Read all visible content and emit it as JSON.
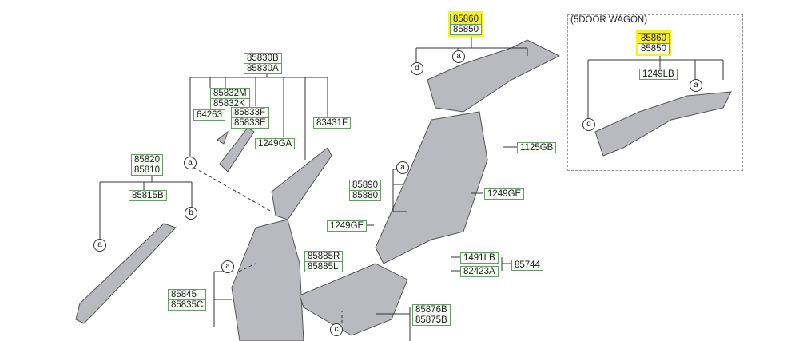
{
  "inset_title": "(5DOOR WAGON)",
  "labels": [
    {
      "lines": [
        "85860",
        "85850"
      ]
    },
    {
      "lines": [
        "85830B",
        "85830A"
      ]
    },
    {
      "lines": [
        "85832M",
        "85832K"
      ]
    },
    {
      "lines": [
        "64263"
      ]
    },
    {
      "lines": [
        "85833F",
        "85833E"
      ]
    },
    {
      "lines": [
        "83431F"
      ]
    },
    {
      "lines": [
        "1249GA"
      ]
    },
    {
      "lines": [
        "85820",
        "85810"
      ]
    },
    {
      "lines": [
        "85815B"
      ]
    },
    {
      "lines": [
        "85890",
        "85880"
      ]
    },
    {
      "lines": [
        "1125GB"
      ]
    },
    {
      "lines": [
        "1249GE"
      ]
    },
    {
      "lines": [
        "1249GE"
      ]
    },
    {
      "lines": [
        "85885R",
        "85885L"
      ]
    },
    {
      "lines": [
        "1491LB"
      ]
    },
    {
      "lines": [
        "82423A"
      ]
    },
    {
      "lines": [
        "85744"
      ]
    },
    {
      "lines": [
        "85845",
        "85835C"
      ]
    },
    {
      "lines": [
        "85876B",
        "85875B"
      ]
    },
    {
      "lines": [
        "85860",
        "85850"
      ]
    },
    {
      "lines": [
        "1249LB"
      ]
    }
  ],
  "callouts": [
    "a",
    "d",
    "a",
    "b",
    "a",
    "a",
    "a",
    "c",
    "a",
    "d"
  ],
  "highlight_color": "#f5f02a"
}
